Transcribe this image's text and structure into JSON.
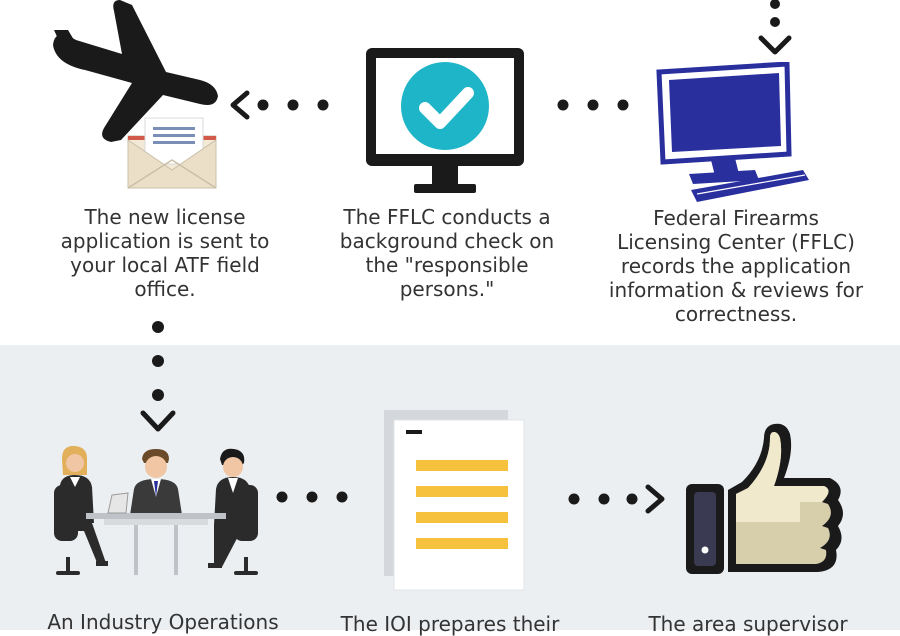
{
  "steps": [
    {
      "id": "fflc-records",
      "caption": "Federal Firearms Licensing Center (FFLC) records the application information & reviews for correctness.",
      "icon": "computer-icon"
    },
    {
      "id": "background-check",
      "caption": "The FFLC conducts a background check on the \"responsible persons.\"",
      "icon": "monitor-checkmark-icon"
    },
    {
      "id": "sent-to-field-office",
      "caption": "The new license application is sent to your local ATF field office.",
      "icon": "airplane-envelope-icon"
    },
    {
      "id": "ioi-meeting",
      "caption": "An Industry Operations",
      "icon": "meeting-icon"
    },
    {
      "id": "ioi-prepares",
      "caption": "The IOI prepares their",
      "icon": "document-icon"
    },
    {
      "id": "supervisor",
      "caption": "The area supervisor",
      "icon": "thumbs-up-icon"
    }
  ],
  "colors": {
    "bottom_band": "#eceff2",
    "dark": "#1a1a1a",
    "cyan": "#1fb5c9",
    "blue": "#2a2f9e",
    "yellow": "#f6c23e",
    "envelope": "#f2ead7",
    "envelope_stripe": "#d35a4a"
  }
}
